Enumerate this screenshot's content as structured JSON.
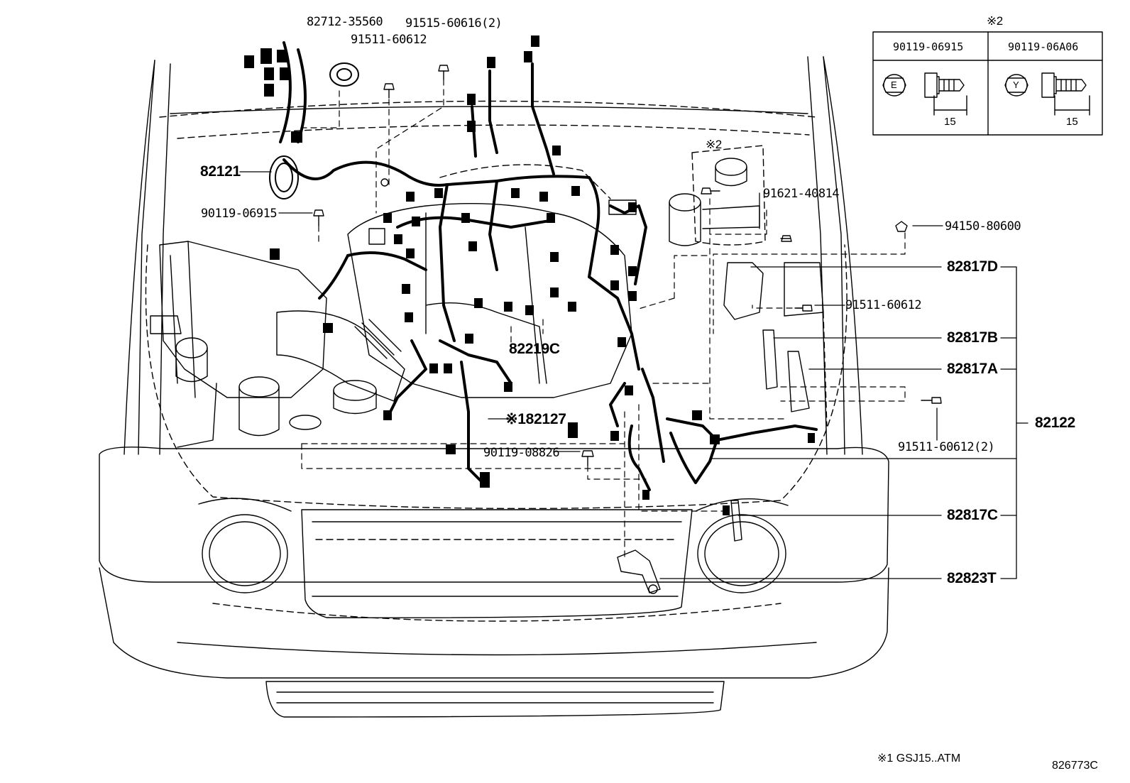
{
  "legend": {
    "marker": "※2",
    "columns": [
      {
        "part_no": "90119-06915",
        "head_mark": "E",
        "dimension": "15"
      },
      {
        "part_no": "90119-06A06",
        "head_mark": "Y",
        "dimension": "15"
      }
    ]
  },
  "labels": {
    "p82712": "82712-35560",
    "p91515": "91515-60616(2)",
    "p91511_top": "91511-60612",
    "p82121": "82121",
    "p90119_06915": "90119-06915",
    "p82219c": "82219C",
    "p82127": "※182127",
    "p90119_08826": "90119-08826",
    "p_star2": "※2",
    "p91621": "91621-40814",
    "p94150": "94150-80600",
    "p82817d": "82817D",
    "p91511_mid": "91511-60612",
    "p82817b": "82817B",
    "p82817a": "82817A",
    "p82122": "82122",
    "p91511_2": "91511-60612(2)",
    "p82817c": "82817C",
    "p82823t": "82823T"
  },
  "footnote": "※1 GSJ15..ATM",
  "figure_id": "826773C"
}
